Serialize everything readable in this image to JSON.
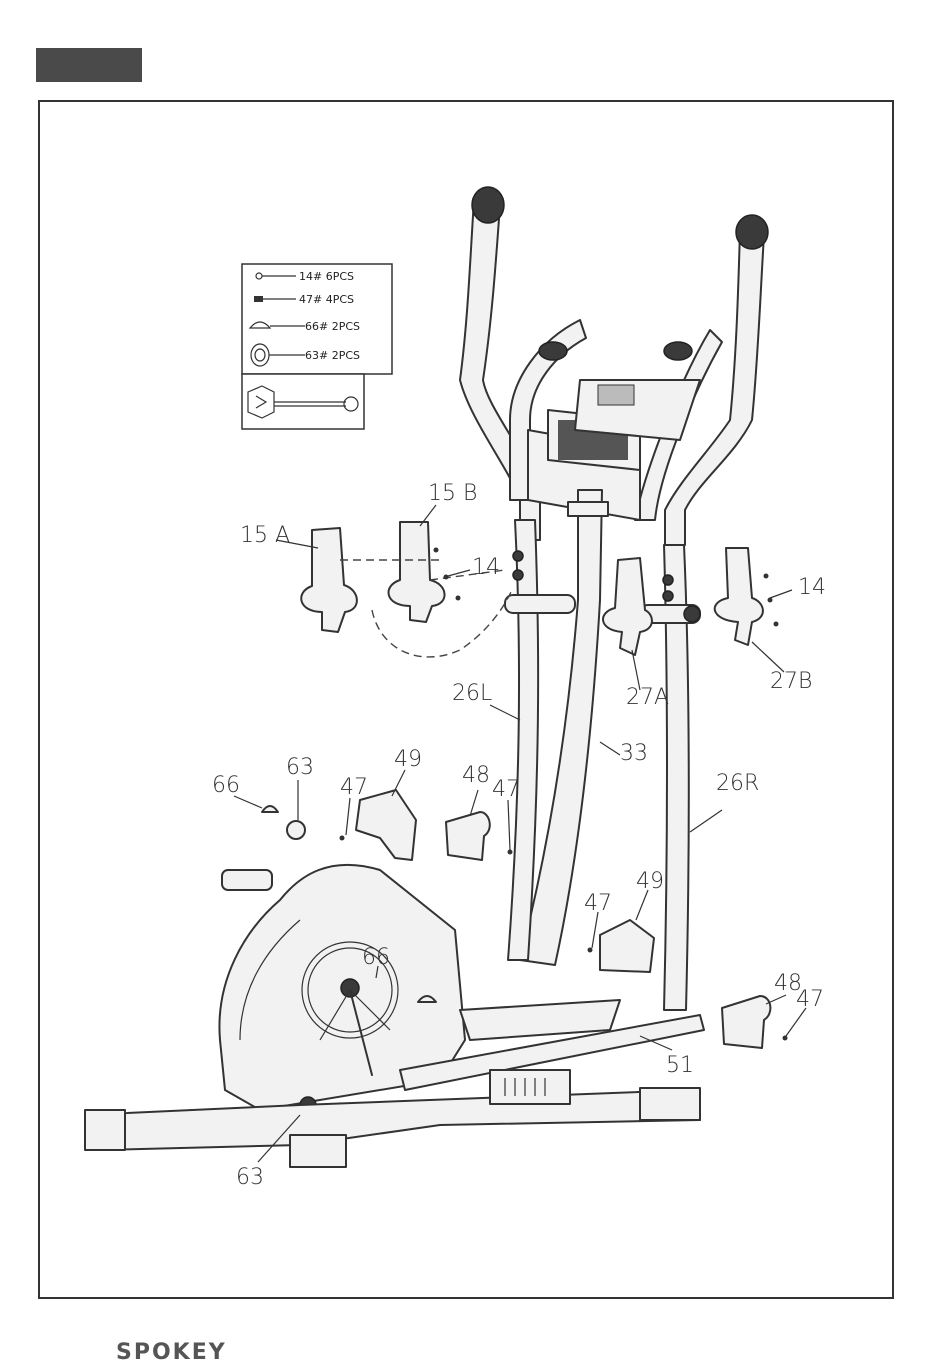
{
  "hardware_box": {
    "items": [
      {
        "label": "14#  6PCS",
        "icon": "bolt-small-icon"
      },
      {
        "label": "47#  4PCS",
        "icon": "screw-icon"
      },
      {
        "label": "66#  2PCS",
        "icon": "dome-cap-icon"
      },
      {
        "label": "63#  2PCS",
        "icon": "round-cap-icon"
      }
    ],
    "tool_icon": "wrench-icon"
  },
  "callouts": {
    "c15A": "15 A",
    "c15B": "15 B",
    "c14a": "14",
    "c14b": "14",
    "c27A": "27A",
    "c27B": "27B",
    "c26L": "26L",
    "c26R": "26R",
    "c33": "33",
    "c66a": "66",
    "c63a": "63",
    "c47a": "47",
    "c49a": "49",
    "c48a": "48",
    "c47b": "47",
    "c47c": "47",
    "c49b": "49",
    "c66b": "66",
    "c48b": "48",
    "c47d": "47",
    "c51": "51",
    "c63b": "63"
  },
  "footer": {
    "brand": "SPOKEY"
  }
}
